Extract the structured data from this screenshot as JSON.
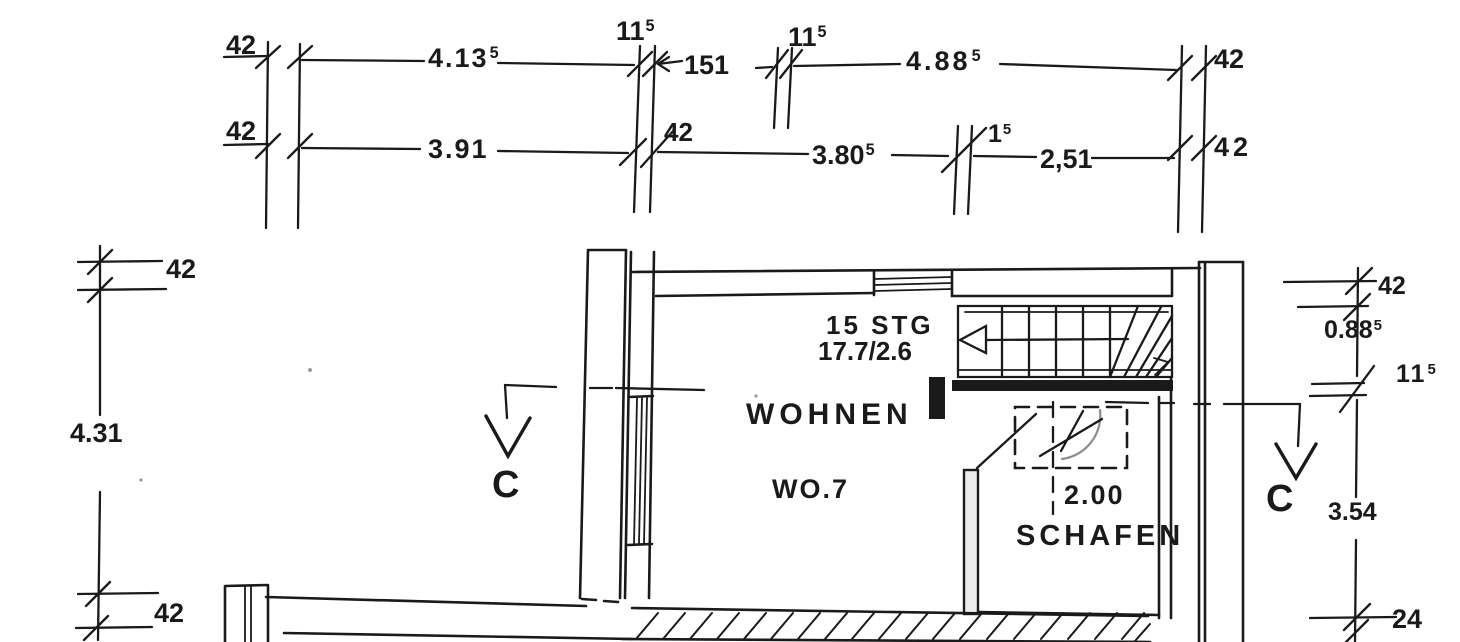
{
  "drawing": {
    "kind": "floor-plan-scan",
    "ink_color": "#1a1a1a",
    "pencil_color": "#8e8e8e",
    "paper_color": "#ffffff"
  },
  "labels": {
    "t1_42_left": {
      "text": "42",
      "sup": ""
    },
    "t1_4135": {
      "text": "4.13",
      "sup": "5"
    },
    "t1_115_a": {
      "text": "11",
      "sup": "5"
    },
    "t1_151": {
      "text": "151",
      "sup": ""
    },
    "t1_115_b": {
      "text": "11",
      "sup": "5"
    },
    "t1_4885": {
      "text": "4.88",
      "sup": "5"
    },
    "t1_42_right": {
      "text": "42",
      "sup": ""
    },
    "t2_42_left": {
      "text": "42",
      "sup": ""
    },
    "t2_391": {
      "text": "3.91",
      "sup": ""
    },
    "t2_42_mid": {
      "text": "42",
      "sup": ""
    },
    "t2_3805": {
      "text": "3.80",
      "sup": "5"
    },
    "t2_15": {
      "text": "1",
      "sup": "5"
    },
    "t2_251": {
      "text": "2,51",
      "sup": ""
    },
    "t2_42_right": {
      "text": "42",
      "sup": ""
    },
    "left_42_top": {
      "text": "42",
      "sup": ""
    },
    "left_431": {
      "text": "4.31",
      "sup": ""
    },
    "left_42_bottom": {
      "text": "42",
      "sup": ""
    },
    "right_42": {
      "text": "42",
      "sup": ""
    },
    "right_0885": {
      "text": "0.88",
      "sup": "5"
    },
    "right_115": {
      "text": "11",
      "sup": "5"
    },
    "right_354": {
      "text": "3.54",
      "sup": ""
    },
    "right_24": {
      "text": "24",
      "sup": ""
    }
  },
  "stair": {
    "label_line1": "15 STG",
    "label_line2": "17.7/2.6"
  },
  "rooms": {
    "living": {
      "name": "WOHNEN",
      "unit": "WO.7"
    },
    "sleeping": {
      "name": "SCHAFEN",
      "dim": "2.00"
    }
  },
  "section": {
    "left_marker": "C",
    "right_marker": "C"
  }
}
